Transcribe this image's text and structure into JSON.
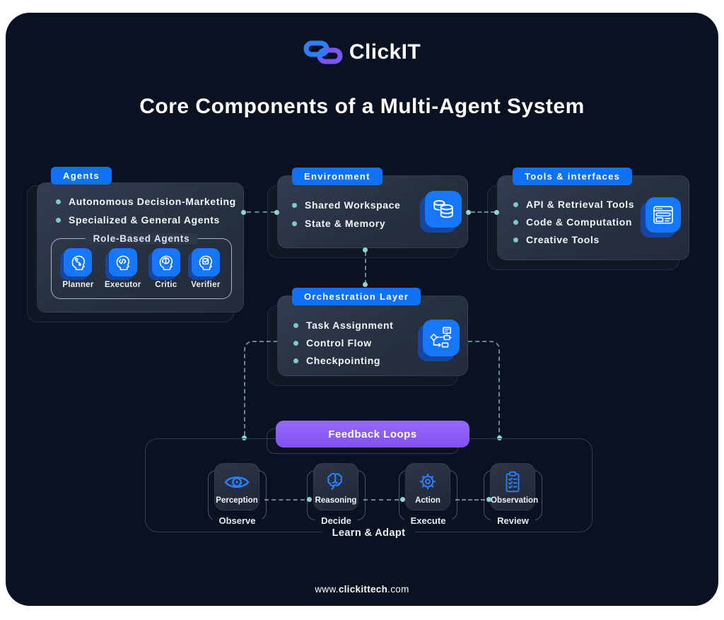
{
  "brand": {
    "name": "ClickIT"
  },
  "title": "Core Components of a Multi-Agent System",
  "agents": {
    "tag": "Agents",
    "bullets": [
      "Autonomous Decision-Marketing",
      "Specialized & General Agents"
    ],
    "role_group": {
      "title": "Role-Based Agents",
      "roles": [
        {
          "label": "Planner"
        },
        {
          "label": "Executor"
        },
        {
          "label": "Critic"
        },
        {
          "label": "Verifier"
        }
      ]
    }
  },
  "environment": {
    "tag": "Environment",
    "bullets": [
      "Shared Workspace",
      "State & Memory"
    ]
  },
  "tools": {
    "tag": "Tools & interfaces",
    "bullets": [
      "API & Retrieval Tools",
      "Code & Computation",
      "Creative Tools"
    ]
  },
  "orchestration": {
    "tag": "Orchestration Layer",
    "bullets": [
      "Task Assignment",
      "Control Flow",
      "Checkpointing"
    ]
  },
  "feedback": {
    "label": "Feedback Loops"
  },
  "loop": {
    "caption": "Learn & Adapt",
    "items": [
      {
        "label": "Perception",
        "sub": "Observe"
      },
      {
        "label": "Reasoning",
        "sub": "Decide"
      },
      {
        "label": "Action",
        "sub": "Execute"
      },
      {
        "label": "Observation",
        "sub": "Review"
      }
    ]
  },
  "footer": {
    "prefix": "www.",
    "bold": "clickittech",
    "suffix": ".com"
  },
  "colors": {
    "panel_bg": "#0a1120",
    "tag_blue": "#0f72f5",
    "chip_blue": "#1577fb",
    "chip_shadow_blue": "#16469f",
    "teal": "#8fd5d2",
    "purple": "#8b5cf6",
    "icon_line_blue": "#2b7fff"
  }
}
